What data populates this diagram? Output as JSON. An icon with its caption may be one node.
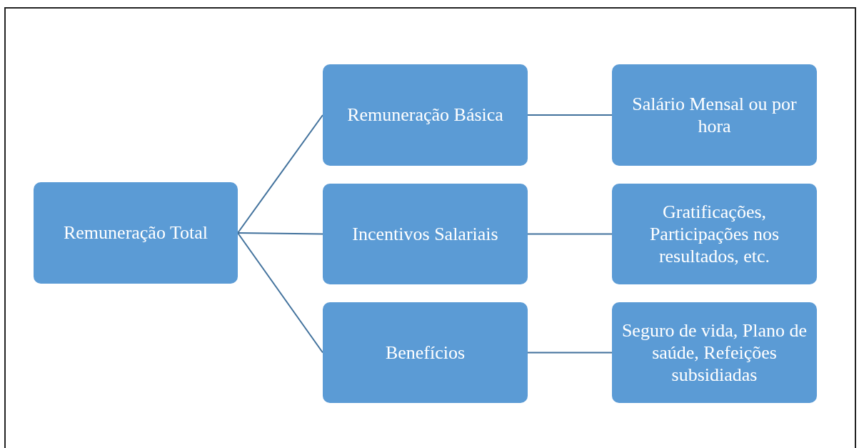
{
  "diagram": {
    "nodes": [
      {
        "text": [
          "Remuneração Total"
        ]
      },
      {
        "text": [
          "Remuneração Básica"
        ]
      },
      {
        "text": [
          "Incentivos Salariais"
        ]
      },
      {
        "text": [
          "Benefícios"
        ]
      },
      {
        "text": [
          "Salário Mensal ou por hora"
        ]
      },
      {
        "text": [
          "Gratificações, Participações nos resultados, etc."
        ]
      },
      {
        "text": [
          "Seguro de vida, Plano de saúde, Refeições subsidiadas"
        ]
      }
    ],
    "edges": [
      {
        "from": 0,
        "to": 1,
        "arrow": "none"
      },
      {
        "from": 0,
        "to": 2,
        "arrow": "none"
      },
      {
        "from": 0,
        "to": 3,
        "arrow": "none"
      },
      {
        "from": 1,
        "to": 4,
        "arrow": "none"
      },
      {
        "from": 2,
        "to": 5,
        "arrow": "none"
      },
      {
        "from": 3,
        "to": 6,
        "arrow": "none"
      }
    ]
  }
}
